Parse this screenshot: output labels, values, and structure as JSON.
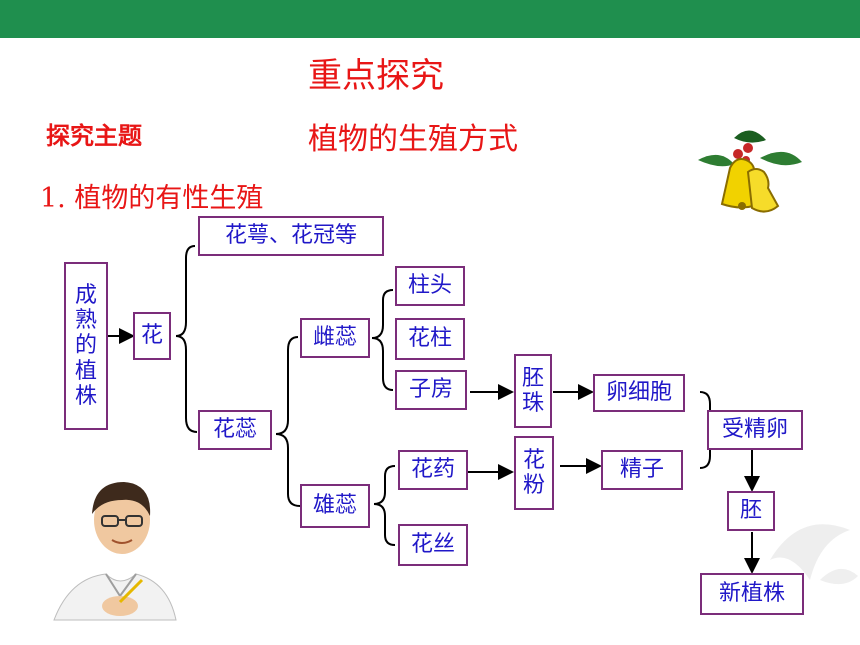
{
  "header": {
    "title": "重点探究",
    "topic_label": "探究主题",
    "subtitle": "植物的生殖方式",
    "section": "1. 植物的有性生殖"
  },
  "nodes": {
    "plant": "成熟的植株",
    "flower": "花",
    "sepals": "花萼、花冠等",
    "stamen_pistil": "花蕊",
    "pistil": "雌蕊",
    "stigma": "柱头",
    "style": "花柱",
    "ovary": "子房",
    "ovule": "胚珠",
    "egg": "卵细胞",
    "stamen": "雄蕊",
    "anther": "花药",
    "filament": "花丝",
    "pollen": "花粉",
    "sperm": "精子",
    "zygote": "受精卵",
    "embryo": "胚",
    "new_plant": "新植株"
  },
  "colors": {
    "bar": "#1f8f4e",
    "title": "#e81616",
    "box_border": "#7b2d7a",
    "box_text": "#2018c8"
  }
}
